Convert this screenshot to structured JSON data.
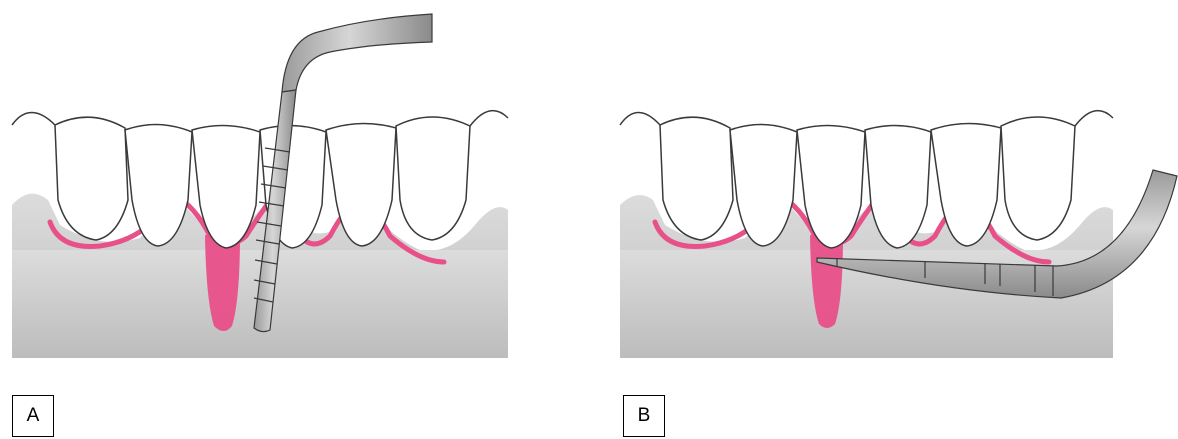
{
  "panels": [
    {
      "label": "A"
    },
    {
      "label": "B"
    }
  ],
  "colors": {
    "gingiva": "#e8508a",
    "bone_gradient_top": "#d8d8d8",
    "bone_gradient_bottom": "#bdbdbd",
    "probe_fill": "#c8c8c8",
    "probe_shade": "#8e8e8e",
    "outline": "#3a3a3a"
  },
  "icons": [
    "teeth-illustration",
    "periodontal-probe",
    "pocket-defect"
  ]
}
